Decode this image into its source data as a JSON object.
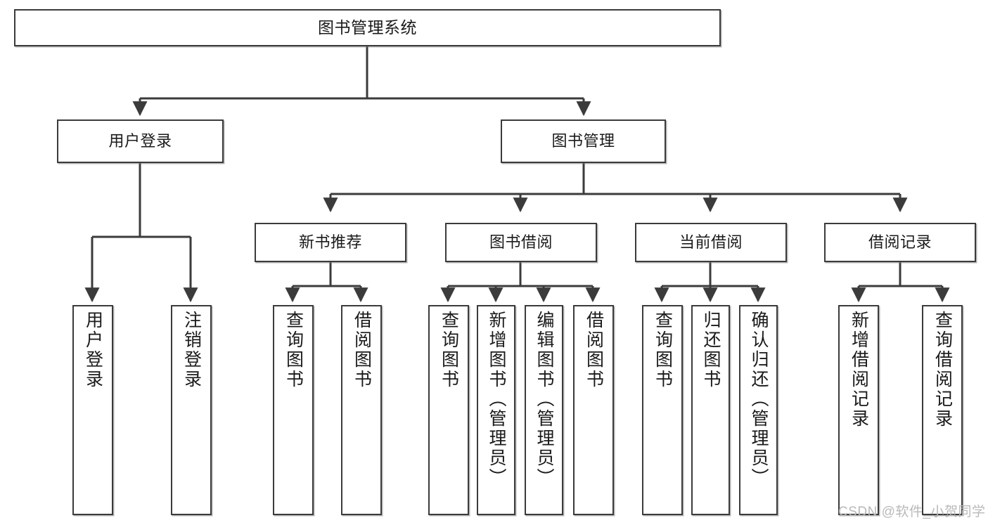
{
  "diagram": {
    "title": "图书管理系统",
    "type": "hierarchy-tree",
    "levels": 4,
    "nodes": {
      "root": {
        "label": "图书管理系统"
      },
      "branch": [
        {
          "id": "user-login",
          "label": "用户登录"
        },
        {
          "id": "book-manage",
          "label": "图书管理"
        }
      ],
      "group": [
        {
          "id": "new-book-rec",
          "label": "新书推荐"
        },
        {
          "id": "book-borrow",
          "label": "图书借阅"
        },
        {
          "id": "current-borrow",
          "label": "当前借阅"
        },
        {
          "id": "borrow-record",
          "label": "借阅记录"
        }
      ],
      "leaf": [
        {
          "id": "leaf-user-login",
          "label": "用户登录",
          "parent": "user-login"
        },
        {
          "id": "leaf-logout-login",
          "label": "注销登录",
          "parent": "user-login"
        },
        {
          "id": "leaf-query-book-1",
          "label": "查询图书",
          "parent": "new-book-rec"
        },
        {
          "id": "leaf-borrow-book-1",
          "label": "借阅图书",
          "parent": "new-book-rec"
        },
        {
          "id": "leaf-query-book-2",
          "label": "查询图书",
          "parent": "book-borrow"
        },
        {
          "id": "leaf-add-book",
          "label": "新增图书（管理员）",
          "parent": "book-borrow"
        },
        {
          "id": "leaf-edit-book",
          "label": "编辑图书（管理员）",
          "parent": "book-borrow"
        },
        {
          "id": "leaf-borrow-book-2",
          "label": "借阅图书",
          "parent": "book-borrow"
        },
        {
          "id": "leaf-query-book-3",
          "label": "查询图书",
          "parent": "current-borrow"
        },
        {
          "id": "leaf-return-book",
          "label": "归还图书",
          "parent": "current-borrow"
        },
        {
          "id": "leaf-confirm-return",
          "label": "确认归还（管理员）",
          "parent": "current-borrow"
        },
        {
          "id": "leaf-add-record",
          "label": "新增借阅记录",
          "parent": "borrow-record"
        },
        {
          "id": "leaf-query-record",
          "label": "查询借阅记录",
          "parent": "borrow-record"
        }
      ]
    },
    "watermark": "CSDN @软件_小贺同学",
    "colors": {
      "stroke": "#3b3b3b",
      "background": "#ffffff",
      "text": "#1a1a1a",
      "watermark": "#b9b9b9"
    }
  }
}
